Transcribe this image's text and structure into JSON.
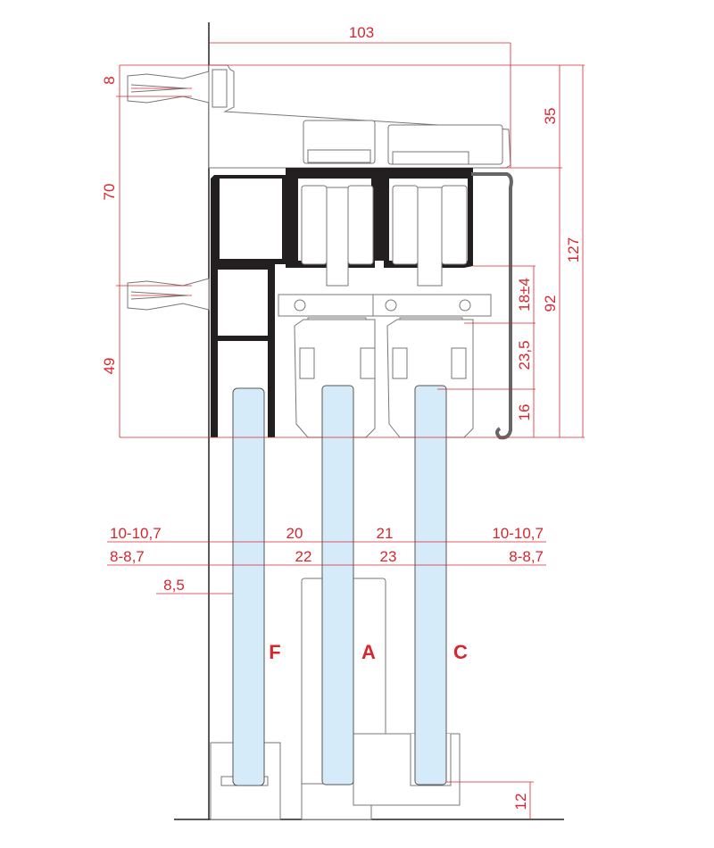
{
  "drawing": {
    "colors": {
      "dimension": "#d7262e",
      "glass": "#d6ebf9",
      "profile": "#231f20"
    },
    "dimensions": {
      "width_total": "103",
      "top_anchor": "8",
      "anchor_spacing": "70",
      "lower_anchor": "49",
      "header_height": "35",
      "total_height": "127",
      "track_height": "92",
      "carriage_adjust": "18±4",
      "hanger": "23,5",
      "glass_insert": "16",
      "glass_left_top": "10-10,7",
      "gap_fa_top": "20",
      "gap_ac_top": "21",
      "glass_right_top": "10-10,7",
      "glass_left_bottom": "8-8,7",
      "gap_fa_bottom": "22",
      "gap_ac_bottom": "23",
      "glass_right_bottom": "8-8,7",
      "wall_offset": "8,5",
      "floor_clearance": "12"
    },
    "panels": {
      "fixed": "F",
      "a": "A",
      "c": "C"
    }
  }
}
